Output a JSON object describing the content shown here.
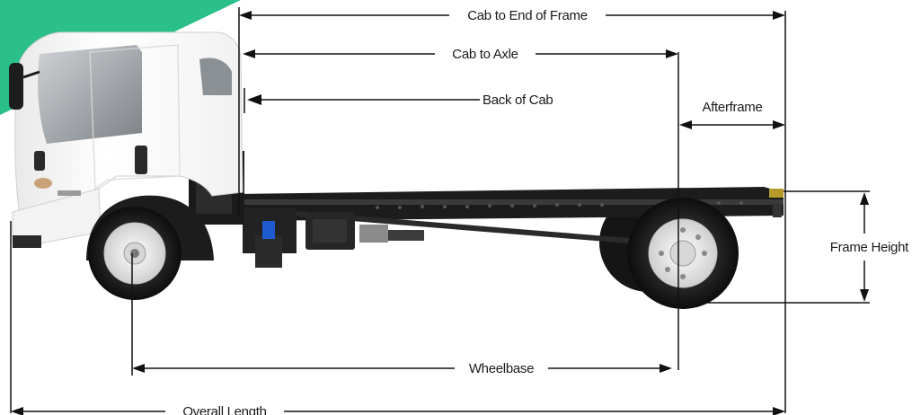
{
  "diagram": {
    "accent_color": "#2bbf8a",
    "labels": {
      "cab_to_end_of_frame": "Cab to End of Frame",
      "cab_to_axle": "Cab to Axle",
      "back_of_cab": "Back of Cab",
      "afterframe": "Afterframe",
      "frame_height": "Frame Height",
      "wheelbase": "Wheelbase",
      "overall_length": "Overall Length"
    },
    "vehicle": "truck-chassis-side-view"
  }
}
